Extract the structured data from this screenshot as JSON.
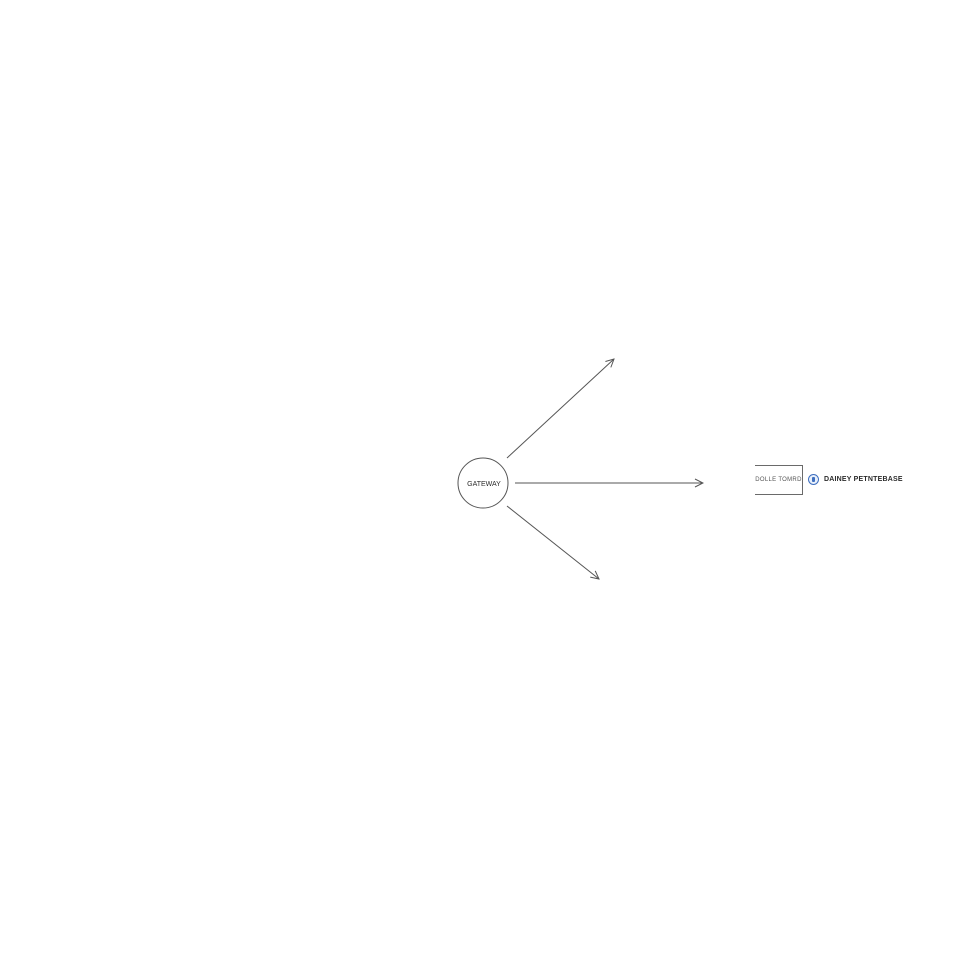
{
  "diagram": {
    "gateway": {
      "label": "GATEWAY"
    },
    "target_box": {
      "label": "DOLLE TOMRD"
    },
    "target_db": {
      "label": "DAINEY PETNTEBASE",
      "icon": "database-icon",
      "icon_color": "#3f6fbf"
    },
    "edges": [
      {
        "from": "gateway",
        "direction": "up-right"
      },
      {
        "from": "gateway",
        "direction": "right"
      },
      {
        "from": "gateway",
        "direction": "down-right"
      }
    ],
    "line_color": "#555555"
  }
}
